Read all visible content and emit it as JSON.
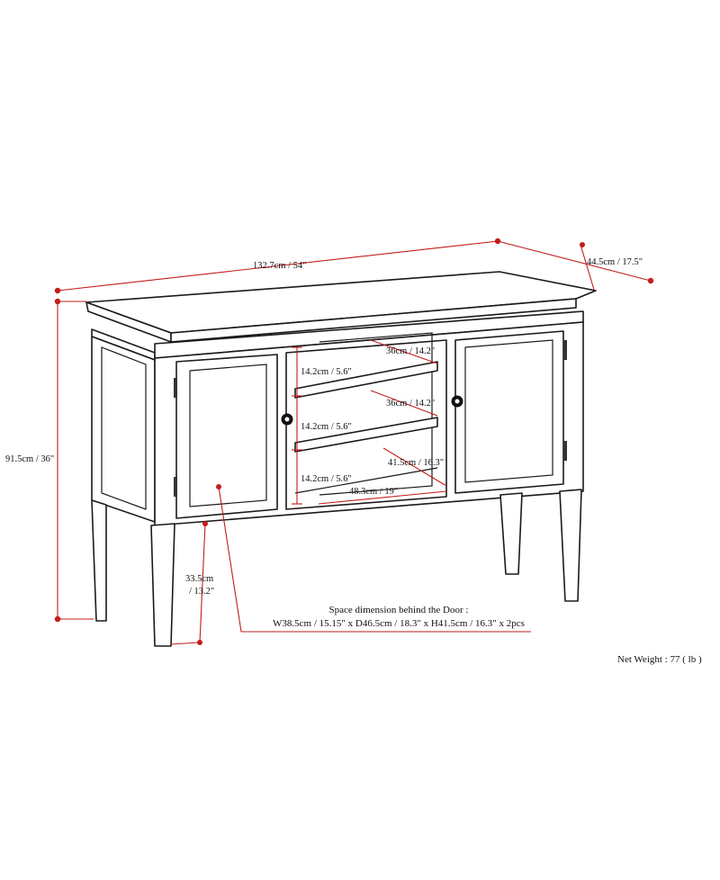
{
  "labels": {
    "width": "132.7cm / 54\"",
    "depth": "44.5cm / 17.5\"",
    "height": "91.5cm / 36\"",
    "leg_height_cm": "33.5cm",
    "leg_height_in": "/ 13.2\"",
    "shelf_depth_top": "36cm / 14.2\"",
    "shelf_depth_mid": "36cm / 14.2\"",
    "shelf_depth_bottom": "41.5cm / 16.3\"",
    "shelf_gap_top": "14.2cm / 5.6\"",
    "shelf_gap_mid": "14.2cm / 5.6\"",
    "shelf_gap_bottom": "14.2cm / 5.6\"",
    "opening_width": "48.3cm / 19\""
  },
  "space_note": {
    "title": "Space dimension behind the Door :",
    "detail": "W38.5cm / 15.15\" x D46.5cm / 18.3\" x H41.5cm / 16.3\" x 2pcs"
  },
  "net_weight": "Net Weight : 77 ( lb )",
  "colors": {
    "dimension": "#c21d1d",
    "outline": "#1a1a1a"
  }
}
